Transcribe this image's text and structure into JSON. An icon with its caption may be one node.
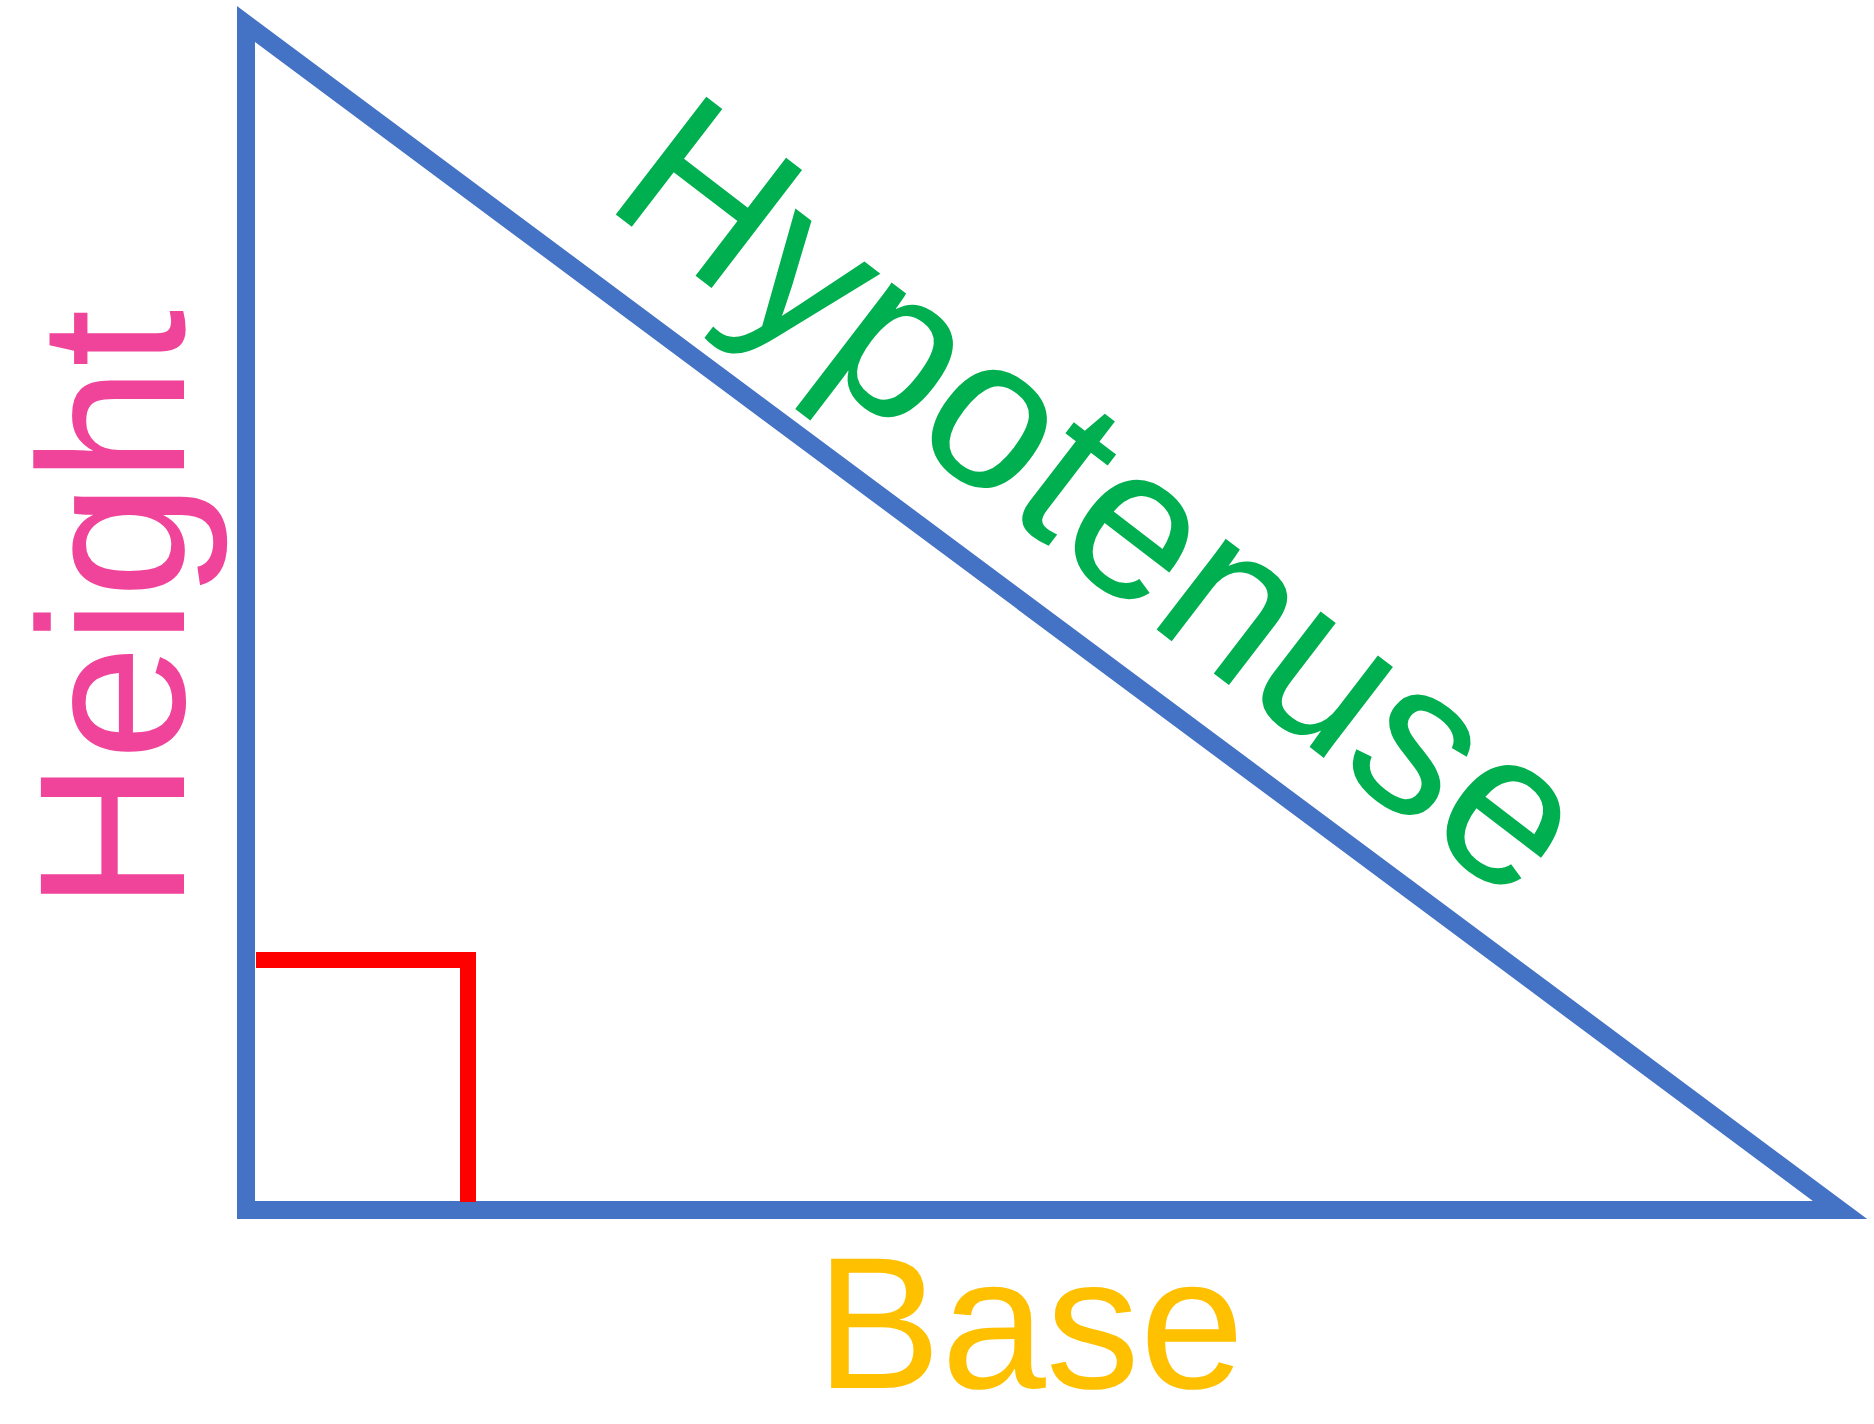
{
  "diagram": {
    "labels": [
      "Height",
      "Hypotenuse",
      "Base"
    ]
  }
}
